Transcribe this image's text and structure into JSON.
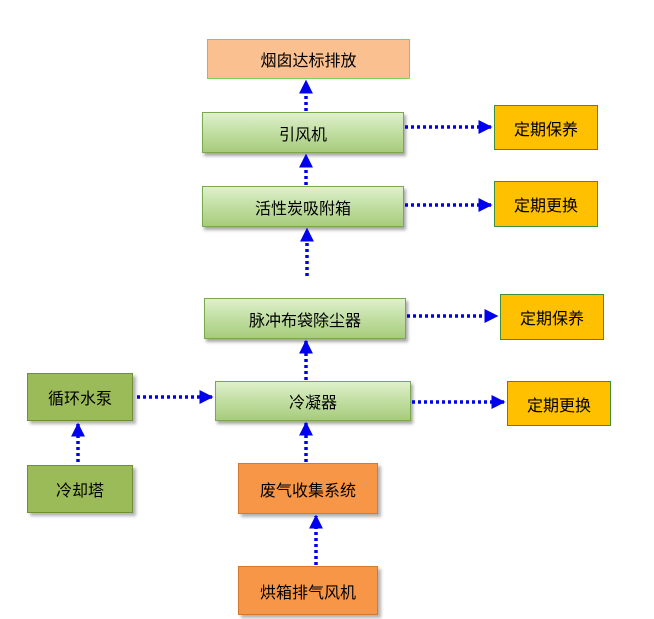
{
  "nodes": {
    "chimney": "烟囱达标排放",
    "induced_fan": "引风机",
    "carbon_box": "活性炭吸附箱",
    "pulse_filter": "脉冲布袋除尘器",
    "condenser": "冷凝器",
    "gas_collection": "废气收集系统",
    "oven_exhaust_fan": "烘箱排气风机",
    "circulation_pump": "循环水泵",
    "cooling_tower": "冷却塔",
    "maint_fan": "定期保养",
    "replace_carbon": "定期更换",
    "maint_filter": "定期保养",
    "replace_condenser": "定期更换"
  },
  "colors": {
    "arrow": "#0000ee",
    "green_gradient": "#c4e0a6",
    "green_flat": "#9bbb59",
    "orange": "#f79646",
    "peach": "#fac090",
    "yellow": "#ffc000"
  }
}
